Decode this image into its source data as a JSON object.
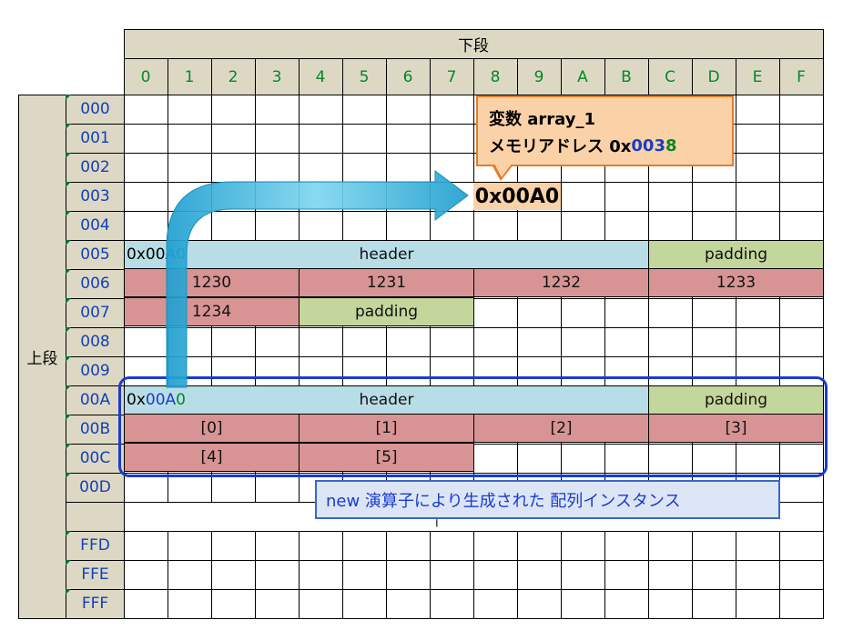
{
  "top_label": "下段",
  "side_label": "上段",
  "col_labels": [
    "0",
    "1",
    "2",
    "3",
    "4",
    "5",
    "6",
    "7",
    "8",
    "9",
    "A",
    "B",
    "C",
    "D",
    "E",
    "F"
  ],
  "row_labels": [
    "000",
    "001",
    "002",
    "003",
    "004",
    "005",
    "006",
    "007",
    "008",
    "009",
    "00A",
    "00B",
    "00C",
    "00D",
    "",
    "FFD",
    "FFE",
    "FFF"
  ],
  "gap_mark": "╷",
  "blocks": {
    "first": {
      "addr_prefix": "0x00",
      "addr_digit": "A0",
      "header": "header",
      "padding": "padding",
      "values": [
        "1230",
        "1231",
        "1232",
        "1233",
        "1234"
      ],
      "padding2": "padding"
    },
    "second": {
      "addr_black": "0x",
      "addr_blue": "00A",
      "addr_green": "0",
      "header": "header",
      "padding": "padding",
      "values": [
        "[0]",
        "[1]",
        "[2]",
        "[3]",
        "[4]",
        "[5]"
      ]
    }
  },
  "callout": {
    "line1": "変数  array_1",
    "line2_prefix": "メモリアドレス  0x",
    "line2_blue": "003",
    "line2_green": "8"
  },
  "pointer_value": "0x00A0",
  "note": "new 演算子により生成された  配列インスタンス",
  "colors": {
    "header_fill": "#b8dde6",
    "padding_fill": "#c3d69b",
    "value_fill": "#d89494",
    "callout_fill": "#fbd2a8",
    "callout_border": "#e47c2a",
    "frame_border": "#1a3ccc",
    "arrow": "#2ab0d8"
  }
}
